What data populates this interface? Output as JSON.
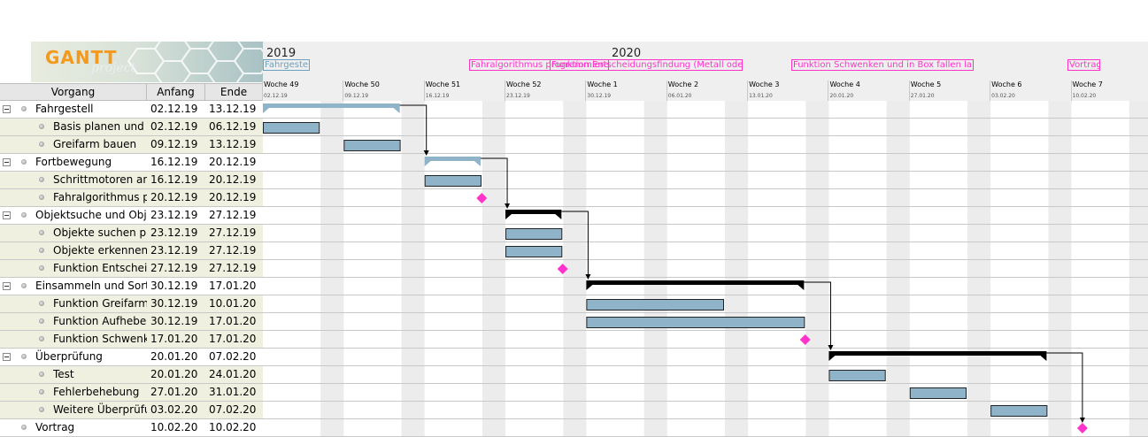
{
  "logo": {
    "title": "GANTT",
    "subtitle": "project"
  },
  "table": {
    "headers": {
      "name": "Vorgang",
      "start": "Anfang",
      "end": "Ende"
    },
    "rows": [
      {
        "name": "Fahrgestell",
        "start": "02.12.19",
        "end": "13.12.19",
        "level": 0,
        "group": true
      },
      {
        "name": "Basis planen und ...",
        "start": "02.12.19",
        "end": "06.12.19",
        "level": 1
      },
      {
        "name": "Greifarm bauen",
        "start": "09.12.19",
        "end": "13.12.19",
        "level": 1
      },
      {
        "name": "Fortbewegung",
        "start": "16.12.19",
        "end": "20.12.19",
        "level": 0,
        "group": true
      },
      {
        "name": "Schrittmotoren an...",
        "start": "16.12.19",
        "end": "20.12.19",
        "level": 1
      },
      {
        "name": "Fahralgorithmus p...",
        "start": "20.12.19",
        "end": "20.12.19",
        "level": 1
      },
      {
        "name": "Objektsuche und Obje...",
        "start": "23.12.19",
        "end": "27.12.19",
        "level": 0,
        "group": true
      },
      {
        "name": "Objekte suchen pr...",
        "start": "23.12.19",
        "end": "27.12.19",
        "level": 1
      },
      {
        "name": "Objekte erkennen ...",
        "start": "23.12.19",
        "end": "27.12.19",
        "level": 1
      },
      {
        "name": "Funktion Entschei...",
        "start": "27.12.19",
        "end": "27.12.19",
        "level": 1
      },
      {
        "name": "Einsammeln und Sorti...",
        "start": "30.12.19",
        "end": "17.01.20",
        "level": 0,
        "group": true
      },
      {
        "name": "Funktion Greifarm...",
        "start": "30.12.19",
        "end": "10.01.20",
        "level": 1
      },
      {
        "name": "Funktion Aufheben",
        "start": "30.12.19",
        "end": "17.01.20",
        "level": 1
      },
      {
        "name": "Funktion Schwenk...",
        "start": "17.01.20",
        "end": "17.01.20",
        "level": 1
      },
      {
        "name": "Überprüfung",
        "start": "20.01.20",
        "end": "07.02.20",
        "level": 0,
        "group": true
      },
      {
        "name": "Test",
        "start": "20.01.20",
        "end": "24.01.20",
        "level": 1
      },
      {
        "name": "Fehlerbehebung",
        "start": "27.01.20",
        "end": "31.01.20",
        "level": 1
      },
      {
        "name": "Weitere Überprüfu...",
        "start": "03.02.20",
        "end": "07.02.20",
        "level": 1
      },
      {
        "name": "Vortrag",
        "start": "10.02.20",
        "end": "10.02.20",
        "level": 0,
        "group": false
      }
    ]
  },
  "timeline": {
    "years": [
      "2019",
      "2020"
    ],
    "weeks": [
      {
        "label": "Woche 49",
        "date": "02.12.19"
      },
      {
        "label": "Woche 50",
        "date": "09.12.19"
      },
      {
        "label": "Woche 51",
        "date": "16.12.19"
      },
      {
        "label": "Woche 52",
        "date": "23.12.19"
      },
      {
        "label": "Woche 1",
        "date": "30.12.19"
      },
      {
        "label": "Woche 2",
        "date": "06.01.20"
      },
      {
        "label": "Woche 3",
        "date": "13.01.20"
      },
      {
        "label": "Woche 4",
        "date": "20.01.20"
      },
      {
        "label": "Woche 5",
        "date": "27.01.20"
      },
      {
        "label": "Woche 6",
        "date": "03.02.20"
      },
      {
        "label": "Woche 7",
        "date": "10.02.20"
      }
    ],
    "header_labels": [
      {
        "text": "Fahrgestell",
        "kind": "summary"
      },
      {
        "text": "Fahralgorithmus programmieren",
        "kind": "milestone"
      },
      {
        "text": "Funktion Entscheidungsfindung (Metall ode...",
        "kind": "milestone"
      },
      {
        "text": "Funktion Schwenken und in Box fallen la...",
        "kind": "milestone"
      },
      {
        "text": "Vortrag",
        "kind": "milestone"
      }
    ]
  },
  "colors": {
    "bar": "#8fb3c9",
    "summary_bar": "#000000",
    "milestone": "#ff33cc",
    "weekend": "#ececec",
    "alt_row": "#f0f0e0"
  },
  "icons": {
    "collapse": "minus-box-icon",
    "bullet": "bullet-dot-icon",
    "milestone": "diamond-icon"
  }
}
